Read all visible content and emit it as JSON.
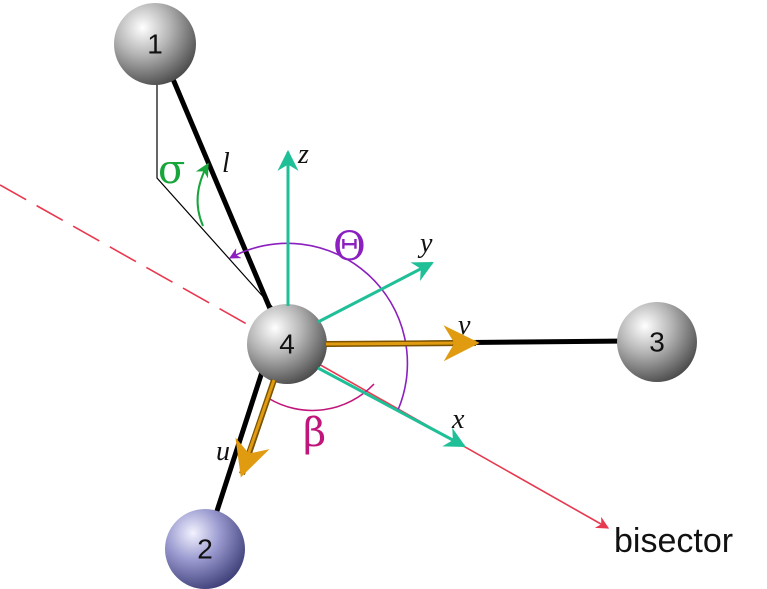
{
  "atoms": [
    {
      "id": "1",
      "label": "1"
    },
    {
      "id": "2",
      "label": "2"
    },
    {
      "id": "3",
      "label": "3"
    },
    {
      "id": "4",
      "label": "4"
    }
  ],
  "bond_labels": {
    "l": "l"
  },
  "axes": {
    "x": "x",
    "y": "y",
    "z": "z",
    "u": "u",
    "v": "v"
  },
  "angles": {
    "sigma": "σ",
    "theta": "Θ",
    "beta": "β"
  },
  "bisector_label": "bisector",
  "colors": {
    "axis_teal": "#1fbf98",
    "bisector_red": "#e8384f",
    "uv_orange": "#e09b10",
    "sigma_green": "#18a53c",
    "theta_purple": "#8b1fbf",
    "beta_magenta": "#c0157a",
    "bond_black": "#000000",
    "atom_gray": "#a8a8a8",
    "atom_blue": "#8c8cc8"
  }
}
